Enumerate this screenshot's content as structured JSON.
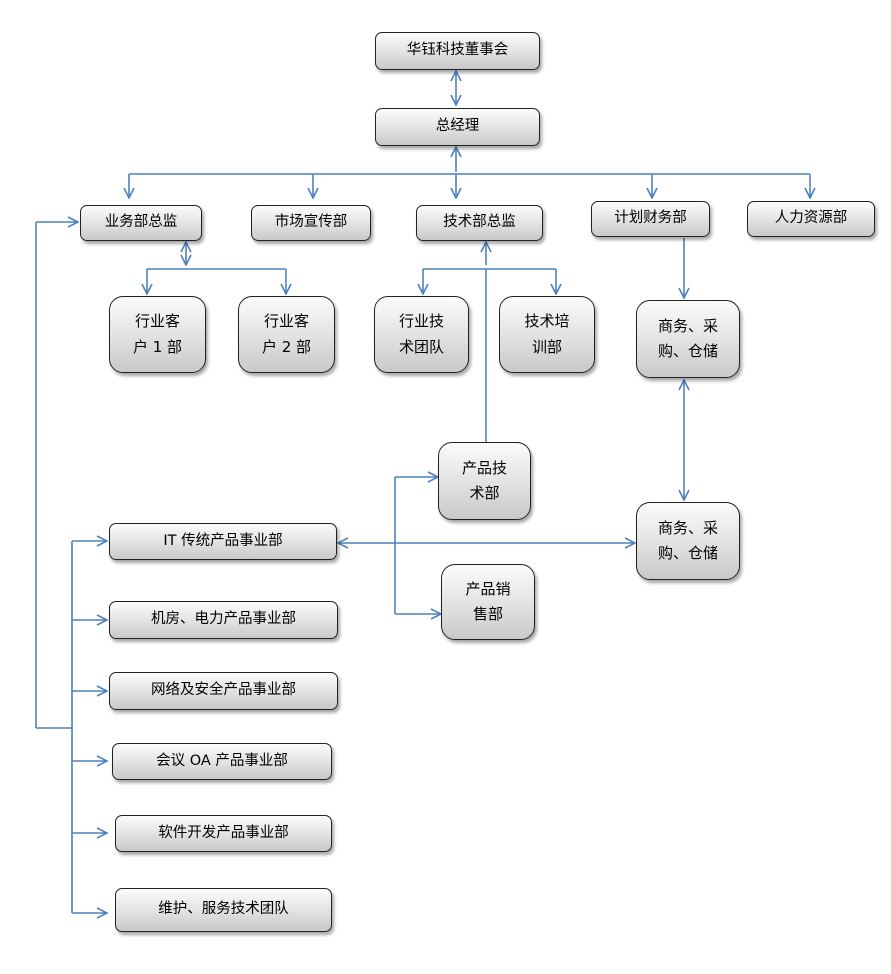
{
  "org_chart": {
    "board": "华钰科技董事会",
    "ceo": "总经理",
    "departments": {
      "business_director": "业务部总监",
      "marketing": "市场宣传部",
      "tech_director": "技术部总监",
      "planning_finance": "计划财务部",
      "hr": "人力资源部"
    },
    "business_units": {
      "industry_client_1": {
        "line1": "行业客",
        "line2": "户 1 部"
      },
      "industry_client_2": {
        "line1": "行业客",
        "line2": "户 2 部"
      }
    },
    "tech_units": {
      "industry_tech_team": {
        "line1": "行业技",
        "line2": "术团队"
      },
      "tech_training": {
        "line1": "技术培",
        "line2": "训部"
      },
      "product_tech": {
        "line1": "产品技",
        "line2": "术部"
      },
      "product_sales": {
        "line1": "产品销",
        "line2": "售部"
      }
    },
    "procurement": {
      "upper": {
        "line1": "商务、采",
        "line2": "购、仓储"
      },
      "lower": {
        "line1": "商务、采",
        "line2": "购、仓储"
      }
    },
    "product_divisions": [
      "IT 传统产品事业部",
      "机房、电力产品事业部",
      "网络及安全产品事业部",
      "会议 OA 产品事业部",
      "软件开发产品事业部",
      "维护、服务技术团队"
    ]
  },
  "colors": {
    "connector": "#4f81bd",
    "node_border": "#222222",
    "node_fill_top": "#fbfbfb",
    "node_fill_bottom": "#c9c9c9"
  }
}
